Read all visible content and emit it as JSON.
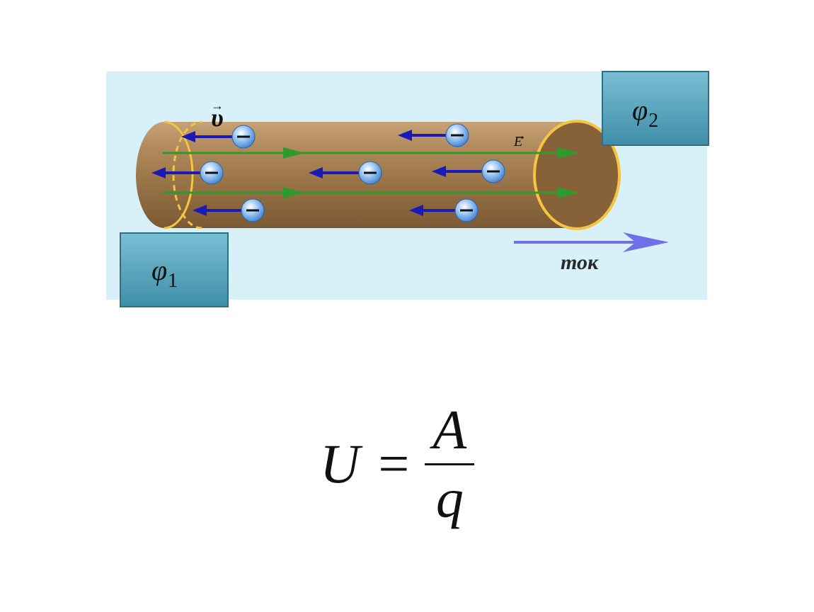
{
  "diagram": {
    "phi1": {
      "symbol": "φ",
      "subscript": "1"
    },
    "phi2": {
      "symbol": "φ",
      "subscript": "2"
    },
    "velocity_label": "υ",
    "field_label": "E",
    "current_label": "ток",
    "electron_sign": "−"
  },
  "formula": {
    "lhs": "U",
    "eq": "=",
    "numerator": "A",
    "denominator": "q"
  },
  "colors": {
    "background_panel": "#d8f1f8",
    "conductor_body": "#a8855a",
    "conductor_edge": "#f5c542",
    "field_line": "#2e9a2e",
    "electron_arrow": "#1a1ab8",
    "current_arrow": "#6f6fe8",
    "potential_box": "#4f9fb8"
  }
}
